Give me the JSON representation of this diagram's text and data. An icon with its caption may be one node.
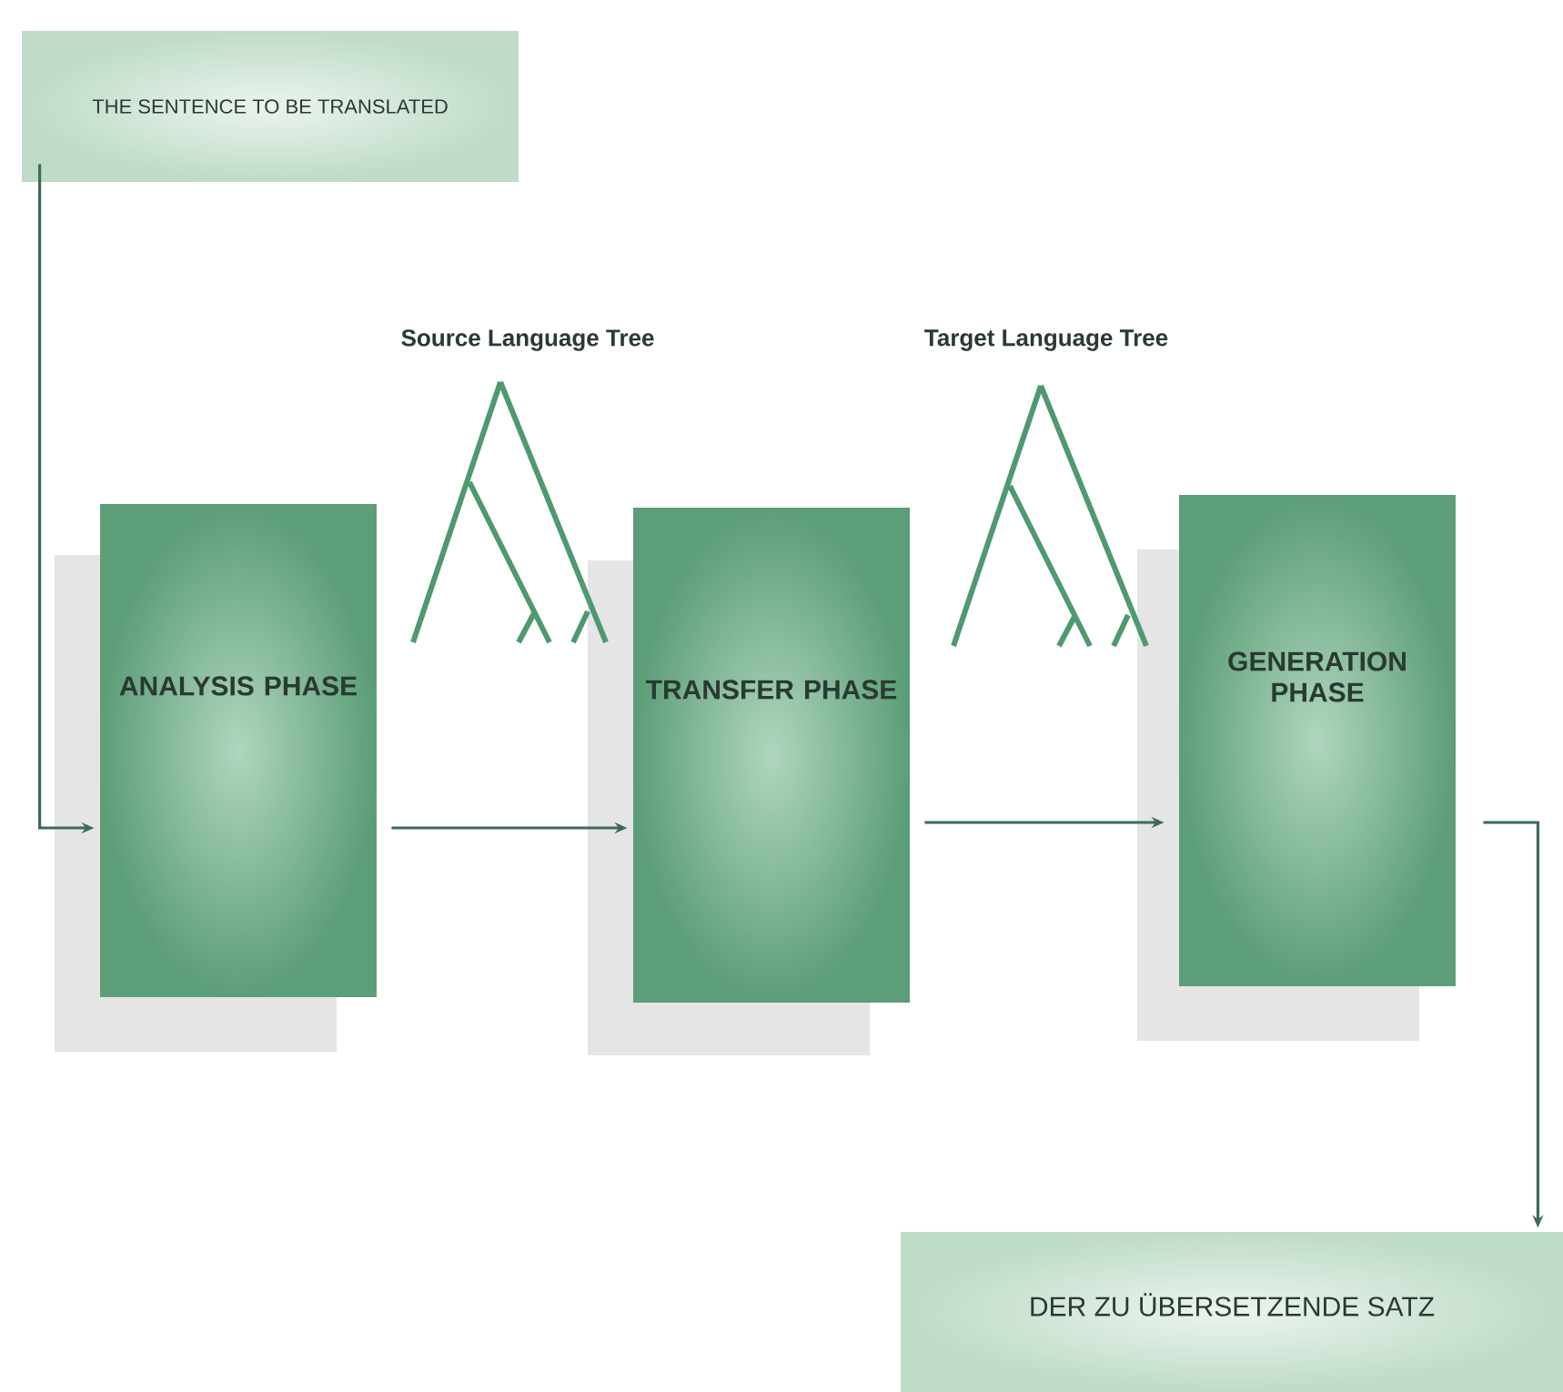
{
  "diagram": {
    "nodes": [
      {
        "text": [
          "THE SENTENCE TO BE TRANSLATED"
        ]
      },
      {
        "text": [
          "ANALYSIS PHASE"
        ]
      },
      {
        "text": [
          "TRANSFER PHASE"
        ]
      },
      {
        "text": [
          "GENERATION PHASE"
        ]
      },
      {
        "text": [
          "DER ZU ÜBERSETZENDE SATZ"
        ]
      }
    ],
    "edges": [
      {
        "from": 0,
        "to": 1,
        "arrow": "to"
      },
      {
        "from": 1,
        "to": 2,
        "arrow": "to"
      },
      {
        "from": 2,
        "to": 3,
        "arrow": "to"
      },
      {
        "from": 3,
        "to": 4,
        "arrow": "to"
      }
    ],
    "labels": [
      "Source Language Tree",
      "Target Language Tree"
    ]
  }
}
